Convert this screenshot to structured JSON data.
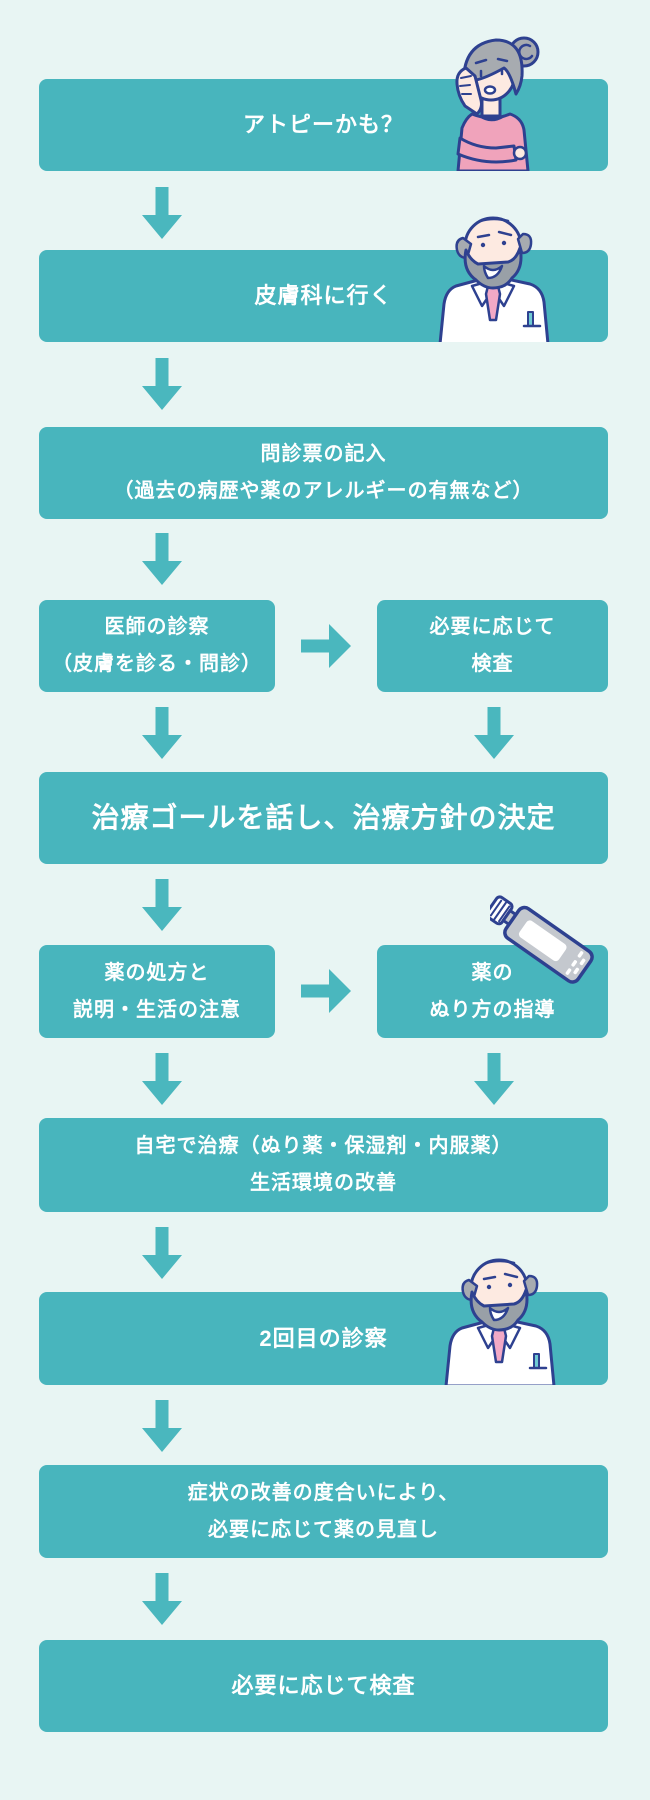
{
  "flow": {
    "step1": {
      "label": "アトピーかも？"
    },
    "step2": {
      "label": "皮膚科に行く"
    },
    "step3": {
      "line1": "問診票の記入",
      "line2": "（過去の病歴や薬のアレルギーの有無など）"
    },
    "step4_left": {
      "line1": "医師の診察",
      "line2": "（皮膚を診る・問診）"
    },
    "step4_right": {
      "line1": "必要に応じて",
      "line2": "検査"
    },
    "step5": {
      "label": "治療ゴールを話し、治療方針の決定"
    },
    "step6_left": {
      "line1": "薬の処方と",
      "line2": "説明・生活の注意"
    },
    "step6_right": {
      "line1": "薬の",
      "line2": "ぬり方の指導"
    },
    "step7": {
      "line1": "自宅で治療（ぬり薬・保湿剤・内服薬）",
      "line2": "生活環境の改善"
    },
    "step8": {
      "label": "2回目の診察"
    },
    "step9": {
      "line1": "症状の改善の度合いにより、",
      "line2": "必要に応じて薬の見直し"
    },
    "step10": {
      "label": "必要に応じて検査"
    }
  },
  "icons": {
    "down_arrow": "down-arrow",
    "right_arrow": "right-arrow",
    "woman": "worried-woman-illustration",
    "doctor": "elderly-doctor-illustration",
    "tube": "ointment-tube-illustration"
  },
  "colors": {
    "background": "#e8f5f3",
    "box": "#48b5bd",
    "arrow": "#4ab7be",
    "text": "#ffffff",
    "outline": "#2e4190",
    "skin": "#fdeae1",
    "hair_gray": "#a7abb0",
    "beard_gray": "#99a0a7",
    "sweater_pink": "#f0a3bb",
    "tie_pink": "#f2a9c6",
    "tube_gray": "#c4c8ce"
  }
}
